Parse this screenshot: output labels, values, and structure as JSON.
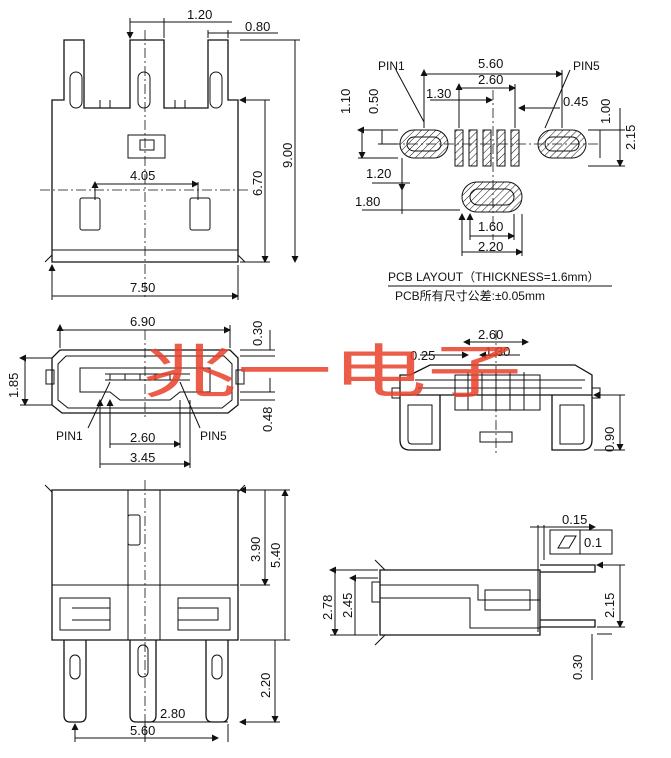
{
  "watermark": "兆一电子",
  "top_view": {
    "d_pitch": "1.20",
    "d_tab": "0.80",
    "d_height_total": "9.00",
    "d_height_body": "6.70",
    "d_slot": "4.05",
    "d_width": "7.50"
  },
  "pcb_layout": {
    "pin1": "PIN1",
    "pin5": "PIN5",
    "d_span": "5.60",
    "d_pins": "2.60",
    "d_offset": "1.30",
    "d_pad_w": "0.45",
    "d_h110": "1.10",
    "d_h050": "0.50",
    "d_h100": "1.00",
    "d_h215": "2.15",
    "d_120": "1.20",
    "d_180": "1.80",
    "d_160": "1.60",
    "d_220": "2.20",
    "title": "PCB LAYOUT（THICKNESS=1.6mm）",
    "tolerance": "PCB所有尺寸公差:±0.05mm"
  },
  "front_view": {
    "d_width": "6.90",
    "d_030": "0.30",
    "d_185": "1.85",
    "d_048": "0.48",
    "pin1": "PIN1",
    "pin5": "PIN5",
    "d_pins": "2.60",
    "d_345": "3.45"
  },
  "back_view": {
    "d_260": "2.60",
    "d_025": "0.25",
    "d_130": "1.30",
    "d_090": "0.90"
  },
  "bottom_view": {
    "d_390": "3.90",
    "d_540": "5.40",
    "d_220": "2.20",
    "d_280": "2.80",
    "d_560": "5.60"
  },
  "side_view": {
    "d_015": "0.15",
    "d_tol": "0.1",
    "d_278": "2.78",
    "d_245": "2.45",
    "d_215": "2.15",
    "d_030": "0.30"
  }
}
